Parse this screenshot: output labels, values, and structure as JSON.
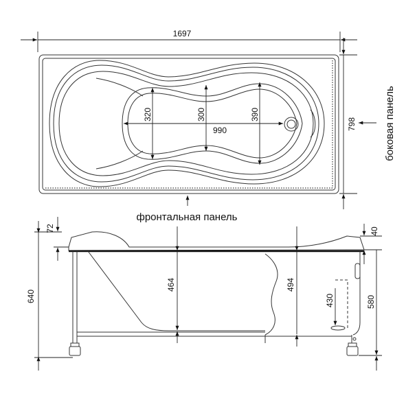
{
  "top_view": {
    "length": "1697",
    "width": "798",
    "inner_length": "990",
    "inner_width_head": "320",
    "inner_width_mid": "300",
    "inner_width_foot": "390",
    "side_panel_label": "боковая панель",
    "front_panel_label": "фронтальная панель"
  },
  "side_view": {
    "total_height": "640",
    "rim_height": "72",
    "overflow_offset": "40",
    "depth_center": "464",
    "depth_foot": "494",
    "drain_height": "430",
    "body_height": "580"
  }
}
